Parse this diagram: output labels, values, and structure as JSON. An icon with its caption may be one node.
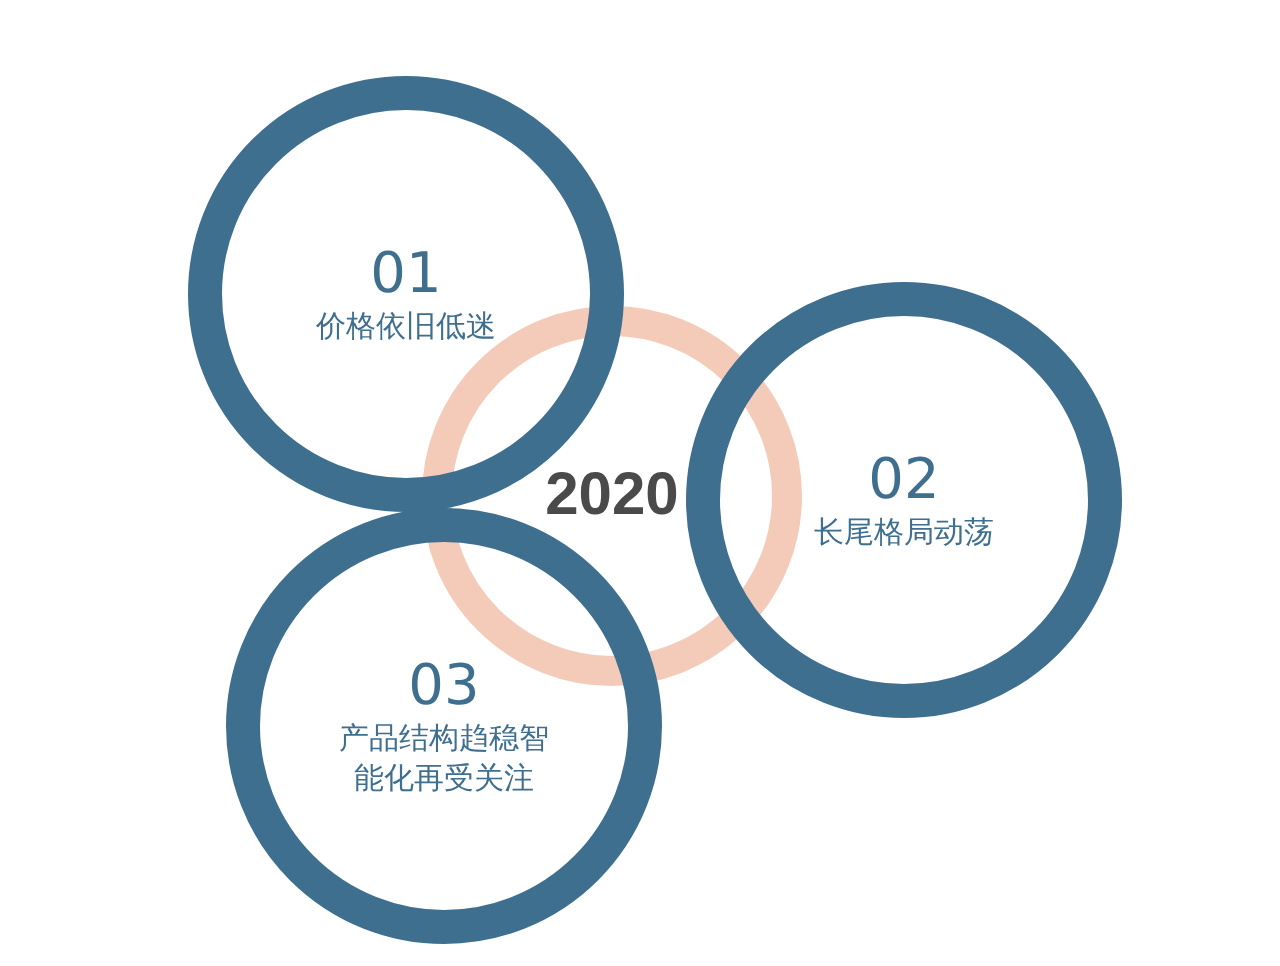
{
  "diagram": {
    "nodes": [
      {
        "text": [
          "01",
          "价格依旧低迷"
        ]
      },
      {
        "text": [
          "2020"
        ]
      },
      {
        "text": [
          "02",
          "长尾格局动荡"
        ]
      },
      {
        "text": [
          "03",
          "产品结构趋稳智能化再受关注"
        ]
      }
    ]
  }
}
